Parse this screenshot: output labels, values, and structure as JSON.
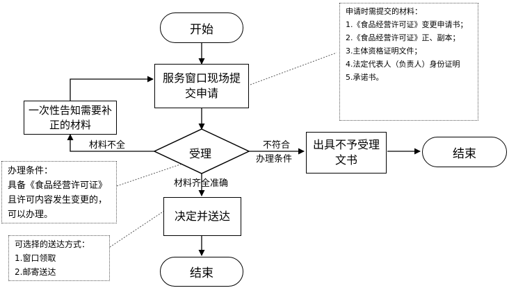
{
  "nodes": {
    "start": "开始",
    "submit": "服务窗口现场提交申请",
    "notify": "一次性告知需要补正的材料",
    "accept": "受理",
    "reject": "出具不予受理文书",
    "end_right": "结束",
    "decide": "决定并送达",
    "end_bottom": "结束"
  },
  "edges": {
    "incomplete": "材料不全",
    "nonconform_1": "不符合",
    "nonconform_2": "办理条件",
    "complete": "材料齐全准确"
  },
  "notes": {
    "materials": {
      "lines": [
        "申请时需提交的材料：",
        "1.《食品经营许可证》变更申请书；",
        "2.《食品经营许可证》正、副本；",
        "3.主体资格证明文件；",
        "4.法定代表人（负责人）身份证明",
        "5.承诺书。"
      ]
    },
    "conditions": {
      "lines": [
        "办理条件：",
        "具备《食品经营许可证》且许可内容发生变更的，可以办理。"
      ]
    },
    "delivery": {
      "lines": [
        "可选择的送达方式：",
        "1.窗口领取",
        "2.邮寄送达"
      ]
    }
  }
}
